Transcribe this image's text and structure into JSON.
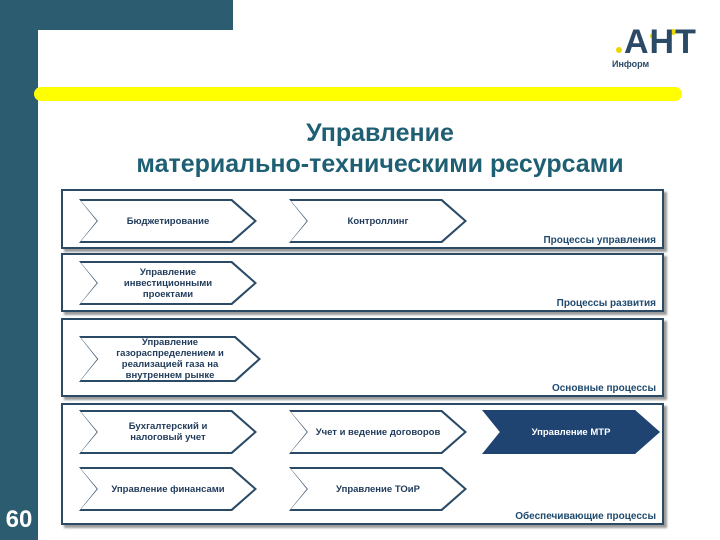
{
  "page": {
    "number": "60"
  },
  "logo": {
    "text": "АНТ",
    "subtitle": "Информ"
  },
  "title": {
    "line1": "Управление",
    "line2": "материально-техническими ресурсами"
  },
  "groups": [
    {
      "label": "Процессы управления",
      "items": [
        "Бюджетирование",
        "Контроллинг"
      ]
    },
    {
      "label": "Процессы развития",
      "items": [
        "Управление инвестиционными проектами"
      ]
    },
    {
      "label": "Основные процессы",
      "items": [
        "Управление газораспределением и реализацией газа на внутреннем рынке"
      ]
    },
    {
      "label": "Обеспечивающие процессы",
      "items": [
        "Бухгалтерский и налоговый учет",
        "Учет и ведение договоров",
        "Управление МТР",
        "Управление финансами",
        "Управление ТОиР"
      ]
    }
  ],
  "colors": {
    "sidebar": "#2b5c70",
    "accent_line": "#ffff00",
    "title": "#1f5f73",
    "highlight": "#1f4472"
  }
}
